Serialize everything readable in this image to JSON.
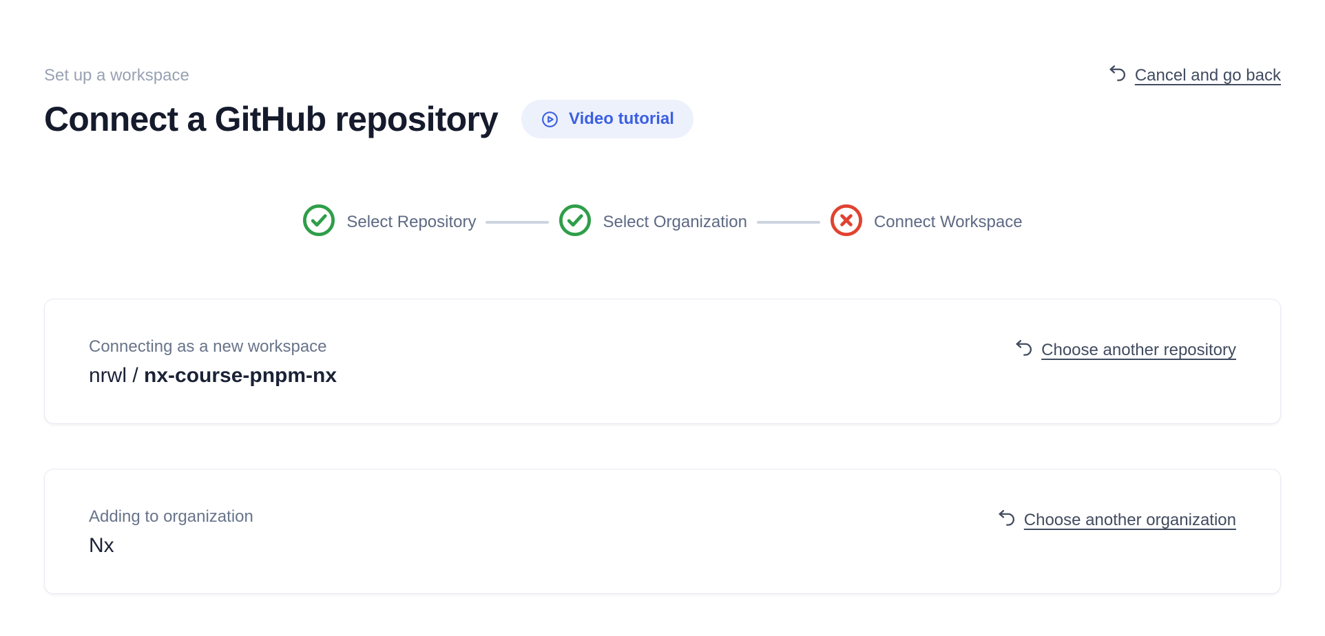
{
  "header": {
    "eyebrow": "Set up a workspace",
    "title": "Connect a GitHub repository",
    "video_tutorial_label": "Video tutorial",
    "cancel_label": "Cancel and go back"
  },
  "stepper": {
    "steps": [
      {
        "label": "Select Repository",
        "status": "complete"
      },
      {
        "label": "Select Organization",
        "status": "complete"
      },
      {
        "label": "Connect Workspace",
        "status": "error"
      }
    ]
  },
  "repository_card": {
    "label": "Connecting as a new workspace",
    "repo_owner": "nrwl / ",
    "repo_name": "nx-course-pnpm-nx",
    "action_label": "Choose another repository"
  },
  "organization_card": {
    "label": "Adding to organization",
    "org_name": "Nx",
    "action_label": "Choose another organization"
  },
  "colors": {
    "accent_blue": "#3b5fe2",
    "accent_blue_bg": "#edf1fc",
    "success_green": "#2f9e49",
    "error_red": "#e04330",
    "heading_text": "#151b2c",
    "muted_text": "#98a2b3",
    "label_text": "#68748a",
    "link_text": "#414b5f",
    "connector": "#ccd3e0",
    "card_border": "#e7e9f1"
  }
}
